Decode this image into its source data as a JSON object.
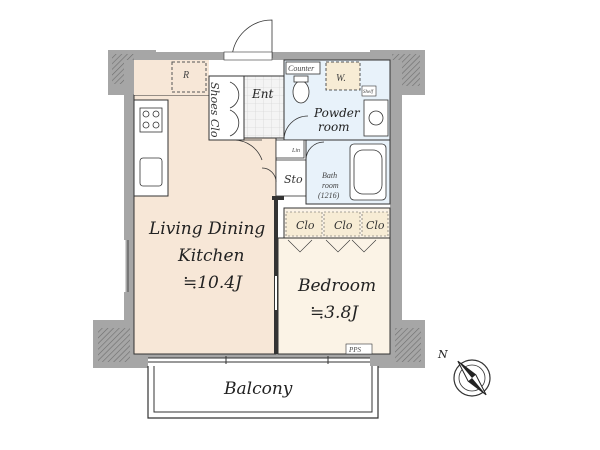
{
  "floorplan": {
    "rooms": {
      "ldk": {
        "name_line1": "Living Dining",
        "name_line2": "Kitchen",
        "area": "≒10.4J"
      },
      "bedroom": {
        "name": "Bedroom",
        "area": "≒3.8J"
      },
      "balcony": {
        "name": "Balcony"
      },
      "entrance": {
        "name": "Ent"
      },
      "powder": {
        "name_line1": "Powder",
        "name_line2": "room"
      },
      "bath": {
        "name_line1": "Bath",
        "name_line2": "room",
        "name_line3": "(1216)"
      }
    },
    "labels": {
      "shoes_clo": "Shoes Clo",
      "refrigerator": "R",
      "counter": "Counter",
      "washer": "W.",
      "shelf": "Shelf",
      "storage": "Sto",
      "linen": "Lin",
      "clo1": "Clo",
      "clo2": "Clo",
      "clo3": "Clo",
      "pps": "PPS"
    },
    "compass": {
      "north_label": "N"
    },
    "colors": {
      "wall": "#a6a6a6",
      "wall_dark": "#7a7a7a",
      "ldk_floor": "#f7e7d7",
      "bedroom_floor": "#fbf3e6",
      "wet_floor": "#e8f2fa",
      "line": "#333333"
    }
  }
}
